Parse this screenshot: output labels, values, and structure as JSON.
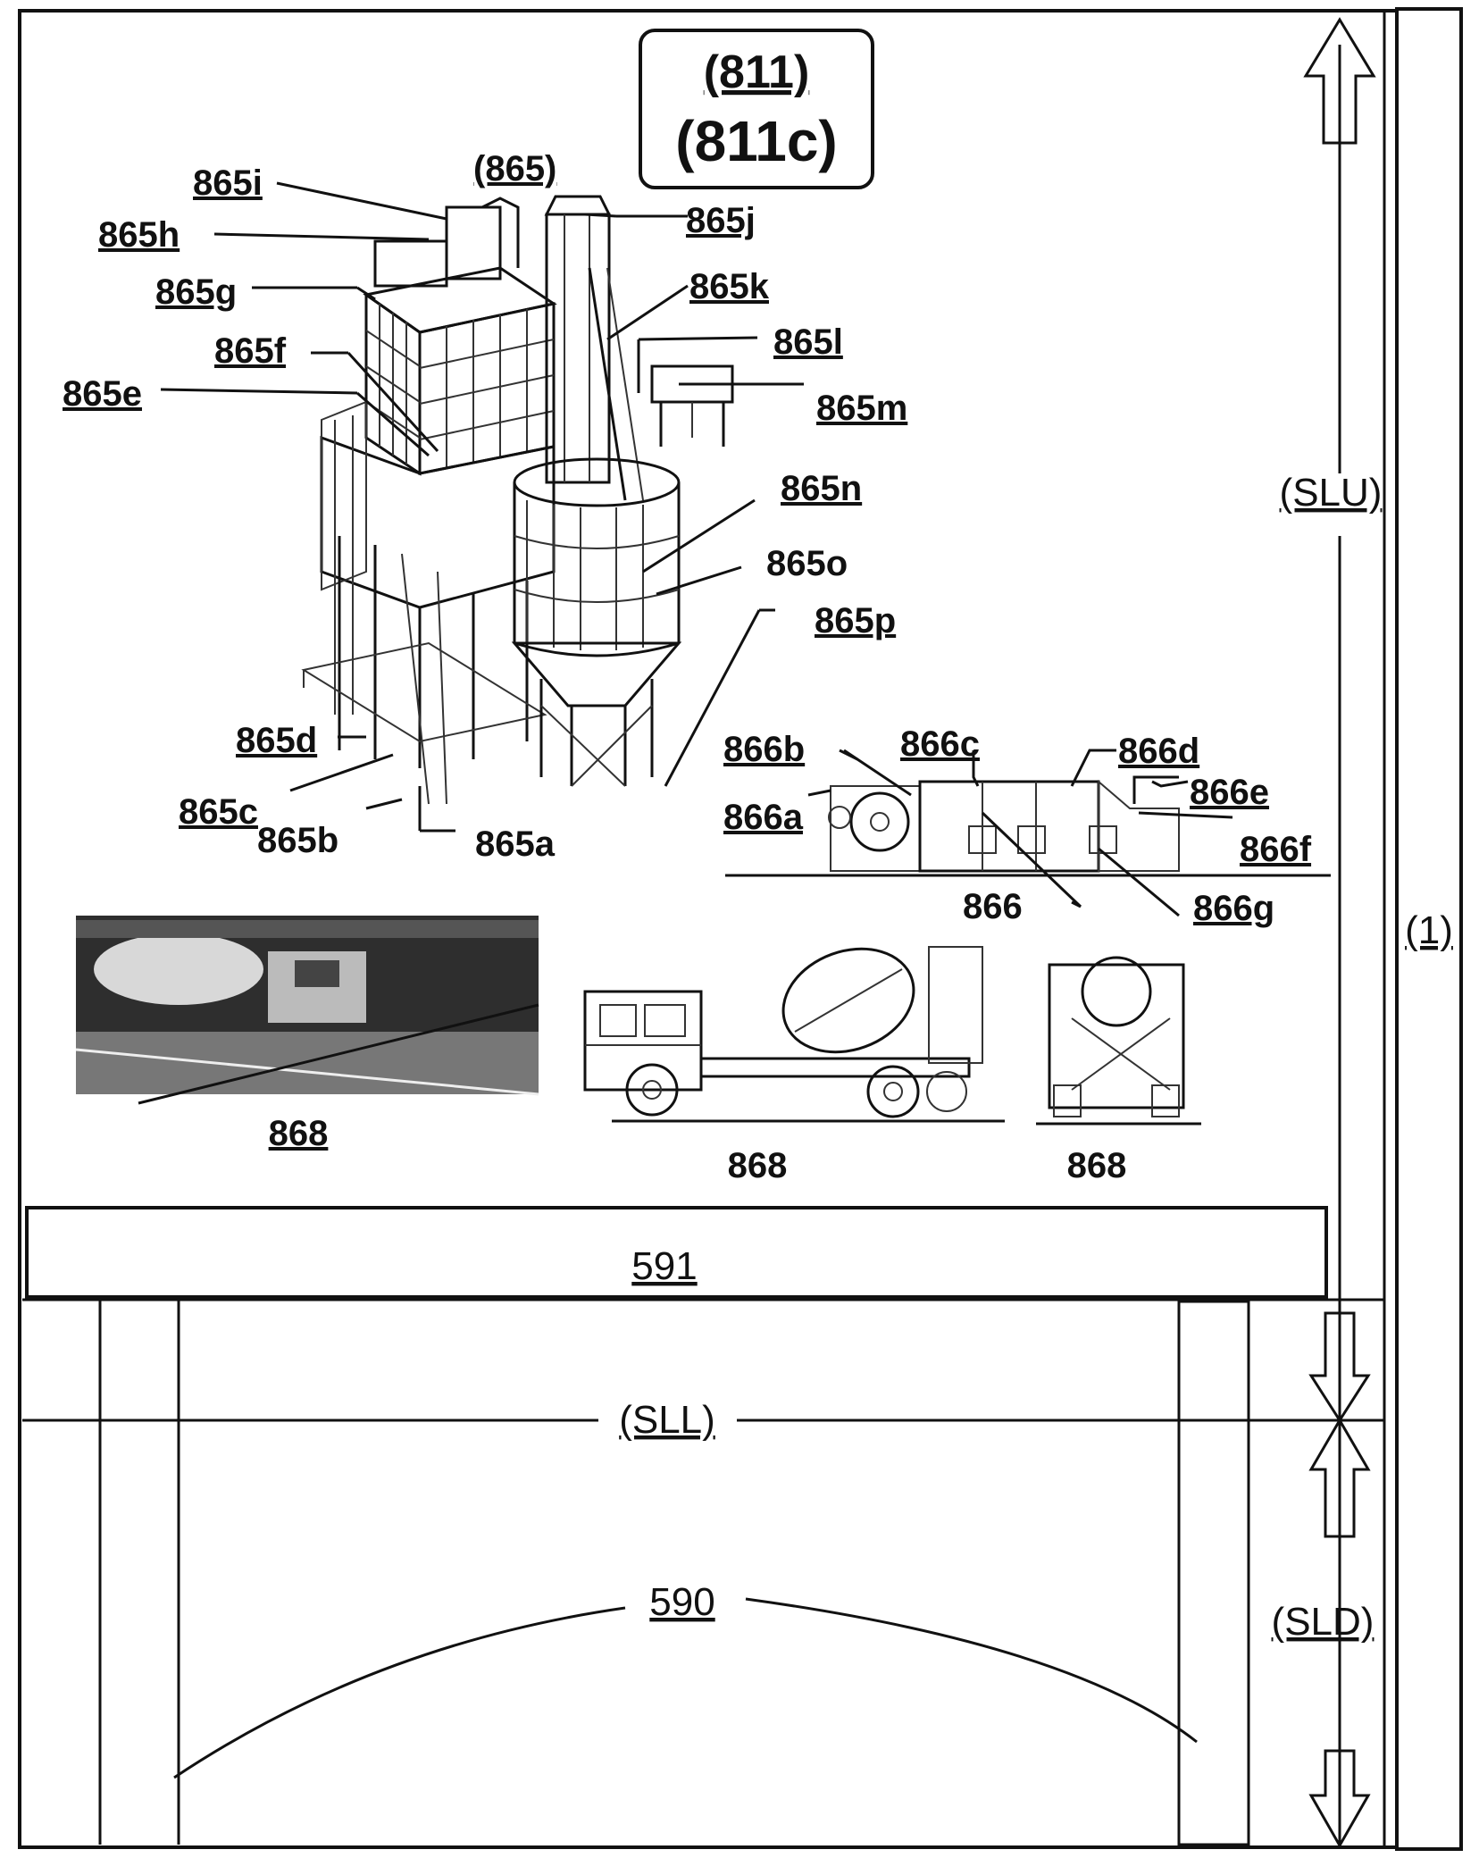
{
  "header": {
    "line1": "(811)",
    "line2": "(811c)"
  },
  "plant": {
    "group": "(865)",
    "parts": [
      "865a",
      "865b",
      "865c",
      "865d",
      "865e",
      "865f",
      "865g",
      "865h",
      "865i",
      "865j",
      "865k",
      "865l",
      "865m",
      "865n",
      "865o",
      "865p"
    ]
  },
  "truck_assembly": {
    "main": "866",
    "parts": [
      "866a",
      "866b",
      "866c",
      "866d",
      "866e",
      "866f",
      "866g"
    ]
  },
  "trucks": {
    "photo_label": "868",
    "side_label": "868",
    "rear_label": "868"
  },
  "structure": {
    "slab_upper": "591",
    "slab_lower": "590",
    "level_lower_line": "(SLL)",
    "upper_section": "(SLU)",
    "lower_section": "(SLD)",
    "building": "(1)"
  }
}
